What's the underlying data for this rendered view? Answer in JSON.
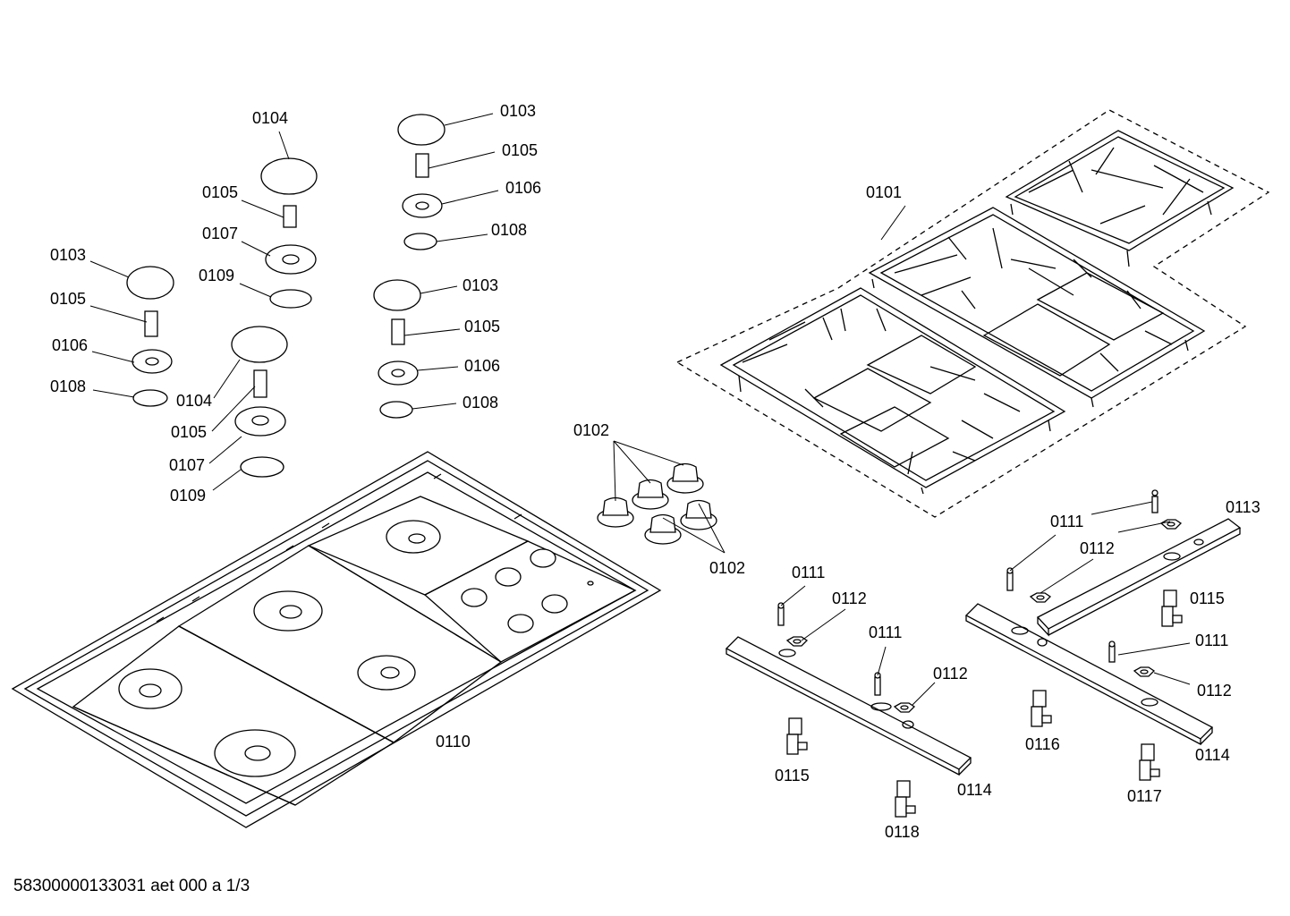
{
  "labels": [
    "0101",
    "0102",
    "0103",
    "0104",
    "0105",
    "0106",
    "0107",
    "0108",
    "0109",
    "0110",
    "0111",
    "0112",
    "0113",
    "0114",
    "0115",
    "0116",
    "0117",
    "0118"
  ],
  "footer": "58300000133031 aet 000 a 1/3"
}
